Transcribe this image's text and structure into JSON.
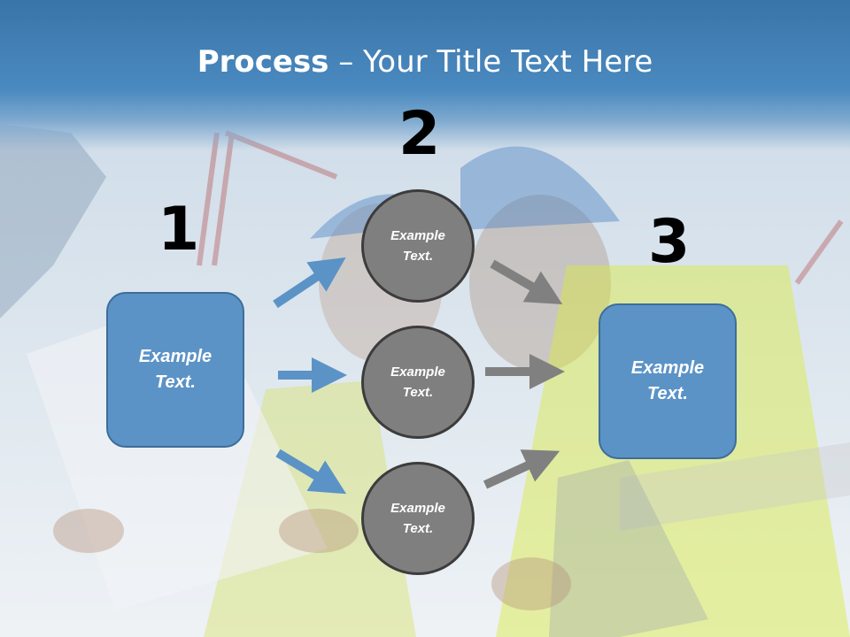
{
  "slide": {
    "title_bold": "Process",
    "title_rest": " – Your Title Text Here"
  },
  "steps": {
    "n1": "1",
    "n2": "2",
    "n3": "3"
  },
  "boxes": {
    "left": "Example\nText.",
    "right": "Example\nText."
  },
  "circles": [
    {
      "label": "Example\nText."
    },
    {
      "label": "Example\nText."
    },
    {
      "label": "Example\nText."
    }
  ],
  "colors": {
    "box_fill": "#5b93c6",
    "circle_fill": "#7f7f7f",
    "arrow_blue": "#5b93c6",
    "arrow_gray": "#808080",
    "title_band": "#3a74a8"
  }
}
